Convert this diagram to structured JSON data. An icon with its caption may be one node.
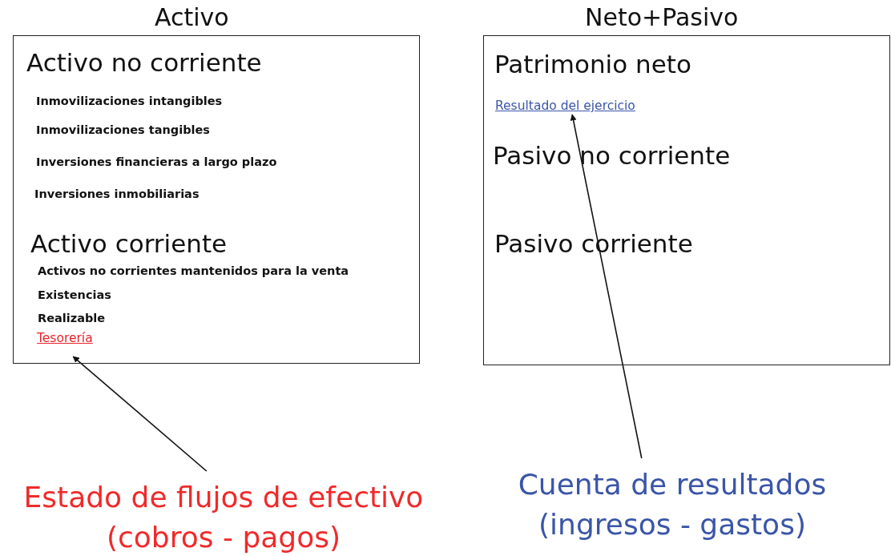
{
  "diagram": {
    "nodes": [
      {
        "text": [
          "Activo",
          "Activo no corriente",
          "Inmovilizaciones intangibles",
          "Inmovilizaciones tangibles",
          "Inversiones financieras a largo plazo",
          "Inversiones inmobiliarias",
          "Activo corriente",
          "Activos no corrientes mantenidos para la venta",
          "Existencias",
          "Realizable"
        ]
      },
      {
        "text": [
          "Tesorería"
        ],
        "in": 0
      },
      {
        "text": [
          "Neto+Pasivo",
          "Patrimonio neto",
          "Pasivo no corriente",
          "Pasivo corriente"
        ]
      },
      {
        "text": [
          "Resultado del ejercicio"
        ],
        "in": 2
      },
      {
        "text": [
          "Estado de flujos de efectivo (cobros - pagos)"
        ]
      },
      {
        "text": [
          "Cuenta de resultados (ingresos - gastos)"
        ]
      }
    ],
    "edges": [
      {
        "from": 4,
        "to": 1,
        "arrow": "to"
      },
      {
        "from": 5,
        "to": 3,
        "arrow": "to"
      }
    ]
  }
}
